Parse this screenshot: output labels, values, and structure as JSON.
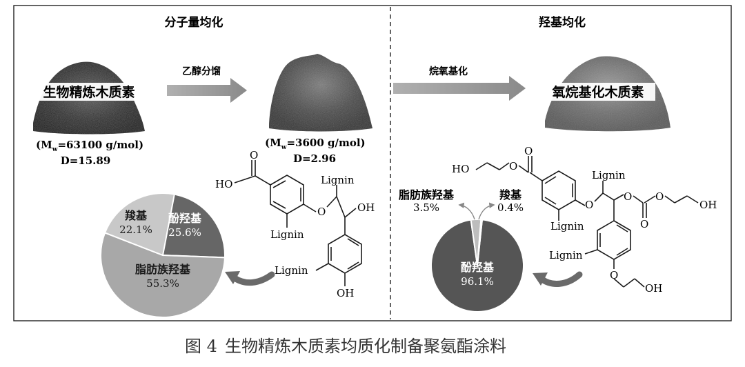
{
  "sections": {
    "left_title": "分子量均化",
    "right_title": "羟基均化"
  },
  "left": {
    "sample1_label": "生物精炼木质素",
    "sample1_mw": "(M",
    "sample1_mw_sub": "w",
    "sample1_mw_val": "=63100 g/mol)",
    "sample1_d": "D=15.89",
    "arrow_label": "乙醇分馏",
    "sample2_mw": "(M",
    "sample2_mw_sub": "w",
    "sample2_mw_val": "=3600 g/mol)",
    "sample2_d": "D=2.96"
  },
  "right": {
    "arrow_label": "烷氧基化",
    "sample3_label": "氧烷基化木质素"
  },
  "pie_left": {
    "slices": [
      {
        "name": "酚羟基",
        "value": "25.6%",
        "fraction": 0.256,
        "color": "#666666"
      },
      {
        "name": "脂肪族羟基",
        "value": "55.3%",
        "fraction": 0.553,
        "color": "#a8a8a8"
      },
      {
        "name": "羧基",
        "value": "22.1%",
        "fraction": 0.221,
        "color": "#c8c8c8"
      }
    ]
  },
  "pie_right": {
    "slices": [
      {
        "name": "酚羟基",
        "value": "96.1%",
        "fraction": 0.961,
        "color": "#555555"
      },
      {
        "name": "脂肪族羟基",
        "value": "3.5%",
        "fraction": 0.035,
        "color": "#bdbdbd"
      },
      {
        "name": "羧基",
        "value": "0.4%",
        "fraction": 0.004,
        "color": "#d8d8d8"
      }
    ]
  },
  "struct_left": {
    "ho": "HO",
    "o_top": "O",
    "lignin_1": "Lignin",
    "oh_1": "OH",
    "o_ether": "O",
    "lignin_2": "Lignin",
    "lignin_3": "Lignin",
    "oh_2": "OH"
  },
  "struct_right": {
    "ho": "HO",
    "o_ester": "O",
    "o_carbonyl": "O",
    "lignin_1": "Lignin",
    "o_ether": "O",
    "o_carb1": "O",
    "o_carb2": "O",
    "o_carb3": "O",
    "oh_1": "OH",
    "lignin_2": "Lignin",
    "lignin_3": "Lignin",
    "o_eth2": "O",
    "oh_2": "OH"
  },
  "caption": {
    "fig_no": "图 4",
    "text": "生物精炼木质素均质化制备聚氨酯涂料"
  }
}
